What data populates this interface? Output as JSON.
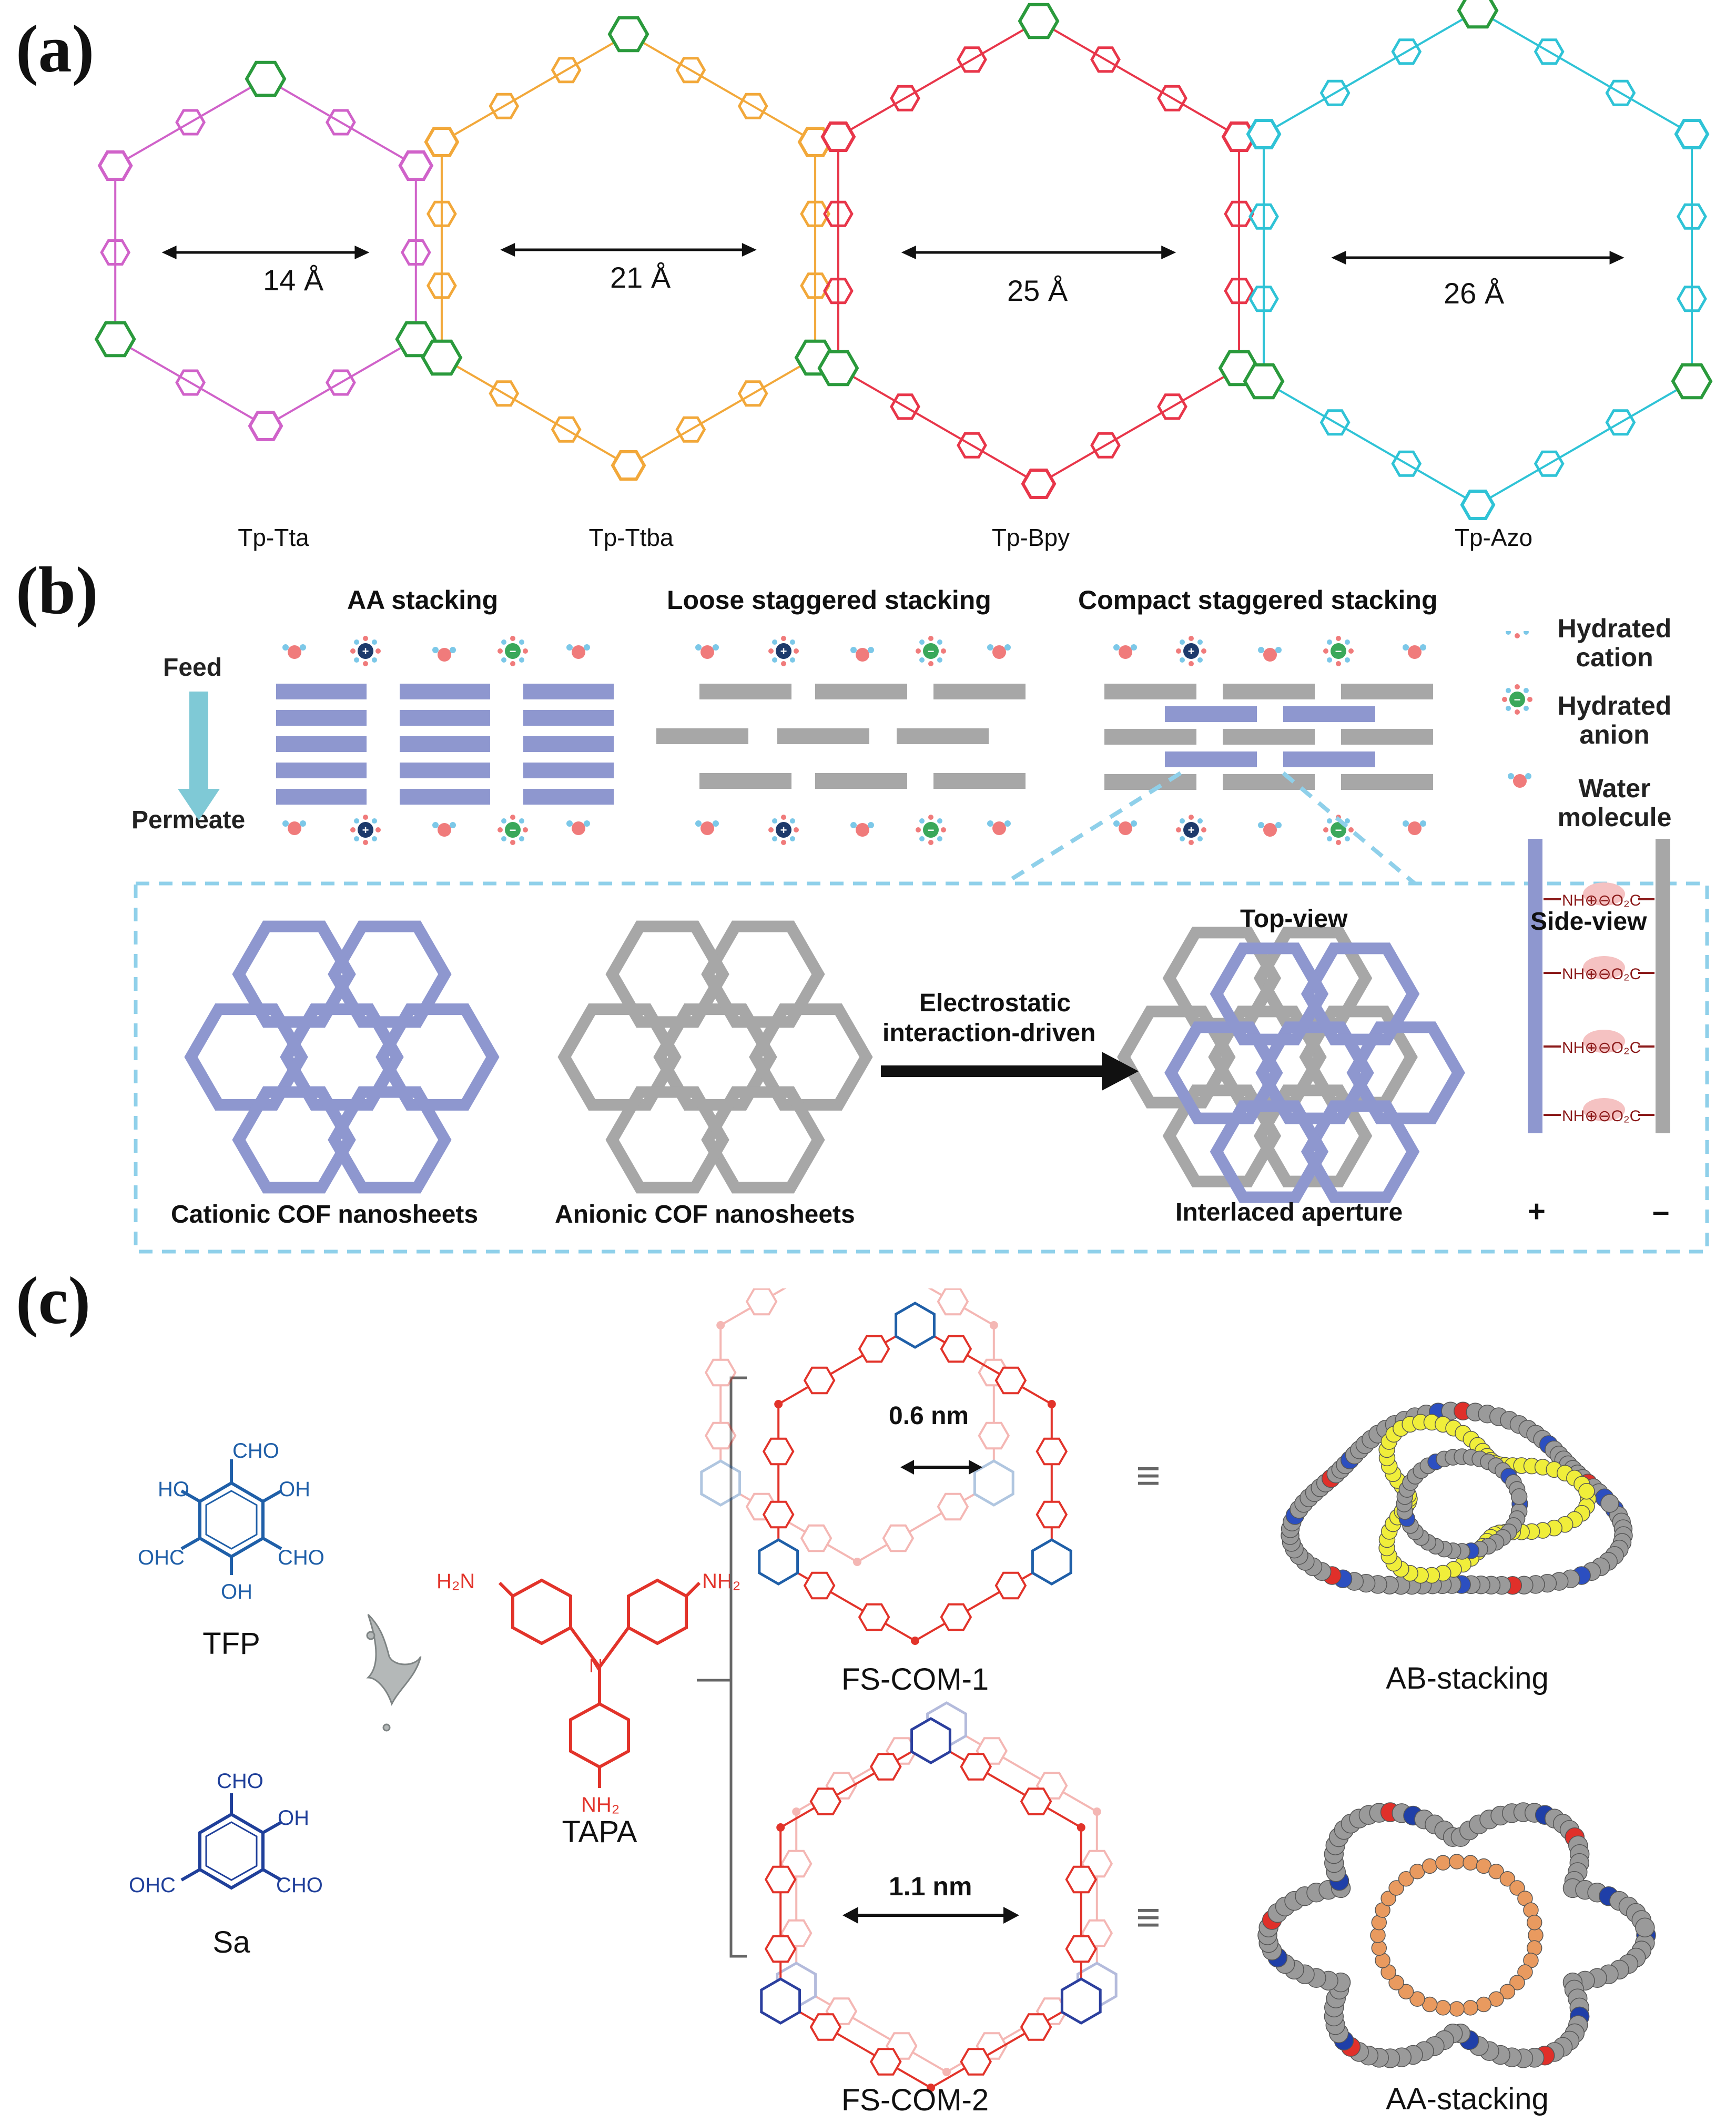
{
  "panel_a": {
    "label": "(a)",
    "frameworks": [
      {
        "name": "Tp-Tta",
        "pore": "14 Å",
        "linker_color": "#d062c9"
      },
      {
        "name": "Tp-Ttba",
        "pore": "21 Å",
        "linker_color": "#f2a83a"
      },
      {
        "name": "Tp-Bpy",
        "pore": "25 Å",
        "linker_color": "#e8364a"
      },
      {
        "name": "Tp-Azo",
        "pore": "26 Å",
        "linker_color": "#2fc3d6"
      }
    ],
    "node_color": "#2a9a3c"
  },
  "panel_b": {
    "label": "(b)",
    "headers": [
      "AA stacking",
      "Loose staggered stacking",
      "Compact staggered stacking"
    ],
    "feed": "Feed",
    "permeate": "Permeate",
    "legend": [
      {
        "text": "Hydrated\ncation",
        "icon": "hydrated-cation"
      },
      {
        "text": "Hydrated\nanion",
        "icon": "hydrated-anion"
      },
      {
        "text": "Water\nmolecule",
        "icon": "water-molecule"
      }
    ],
    "cationic_label": "Cationic COF nanosheets",
    "anionic_label": "Anionic COF nanosheets",
    "arrow_label_line1": "Electrostatic",
    "arrow_label_line2": "interaction-driven",
    "top_view": "Top-view",
    "side_view": "Side-view",
    "interlaced": "Interlaced aperture",
    "side_groups": [
      "NH⊕⊖O₂C",
      "NH⊕⊖O₂C",
      "NH⊕⊖O₂C",
      "NH⊕⊖O₂C"
    ],
    "plus": "+",
    "minus": "–",
    "colors": {
      "cationic": "#8e97cf",
      "anionic": "#a7a7a7",
      "dash": "#8fd0ea",
      "arrow": "#7fc9d6"
    }
  },
  "panel_c": {
    "label": "(c)",
    "tfp": "TFP",
    "tfp_groups": [
      "CHO",
      "HO",
      "OH",
      "OHC",
      "CHO",
      "OH"
    ],
    "sa": "Sa",
    "sa_groups": [
      "CHO",
      "OH",
      "OHC",
      "CHO"
    ],
    "tapa": "TAPA",
    "tapa_groups": [
      "H₂N",
      "NH₂",
      "NH₂"
    ],
    "fs_com_1": "FS-COM-1",
    "fs_com_2": "FS-COM-2",
    "pore_1": "0.6 nm",
    "pore_2": "1.1 nm",
    "ab": "AB-stacking",
    "aa": "AA-stacking",
    "equiv": "≡",
    "colors": {
      "blue": "#1f5fa8",
      "red": "#e2332a"
    }
  }
}
